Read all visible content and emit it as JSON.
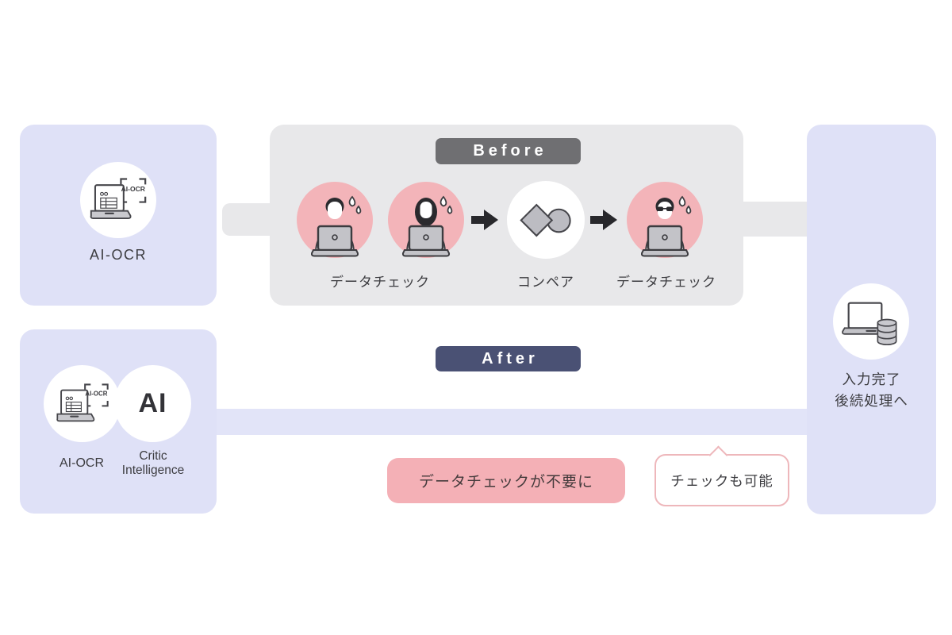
{
  "colors": {
    "lavender_panel": "#dfe1f7",
    "gray_panel": "#e8e8ea",
    "pink_circle": "#f3b4b9",
    "pink_banner": "#f4b0b6",
    "badge_before": "#6f6f72",
    "badge_after": "#4a5174",
    "text_dark": "#3c3c40"
  },
  "icons": {
    "ai_ocr": "ai-ocr-laptop-icon",
    "worker_male": "worker-male-laptop-icon",
    "worker_female": "worker-female-laptop-icon",
    "worker_male_glasses": "worker-male-glasses-laptop-icon",
    "compare": "compare-diamond-circle-icon",
    "arrow": "arrow-right-icon",
    "ai": "ai-circle-icon",
    "laptop_database": "laptop-database-icon"
  },
  "input_left": {
    "top": {
      "label": "AI-OCR",
      "icon_text": "AI-OCR"
    },
    "bottom": {
      "ocr_label": "AI-OCR",
      "ocr_icon_text": "AI-OCR",
      "ai_icon_text": "AI",
      "critic_line1": "Critic",
      "critic_line2": "Intelligence"
    }
  },
  "before_section": {
    "badge": "Before",
    "steps": [
      {
        "label": "データチェック"
      },
      {
        "label": "コンペア"
      },
      {
        "label": "データチェック"
      }
    ]
  },
  "after_section": {
    "badge": "After",
    "highlight": "データチェックが不要に",
    "bubble": "チェックも可能"
  },
  "output_right": {
    "line1": "入力完了",
    "line2": "後続処理へ"
  }
}
